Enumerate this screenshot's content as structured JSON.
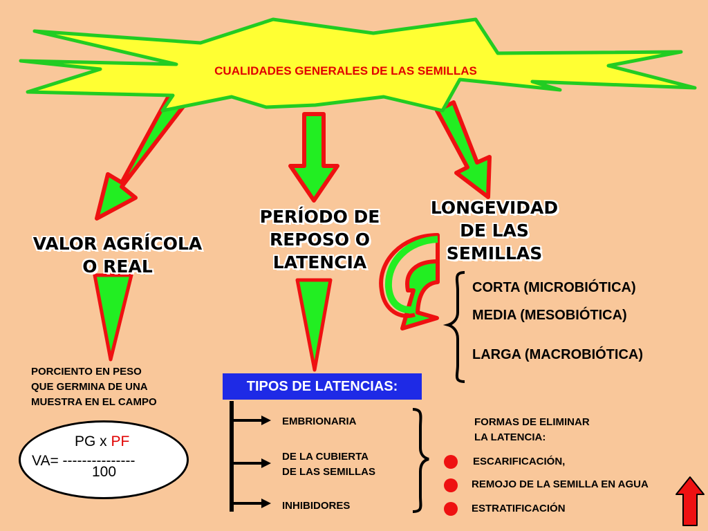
{
  "title": "CUALIDADES GENERALES DE LAS SEMILLAS",
  "valor": {
    "lines": [
      "VALOR AGRÍCOLA",
      "O REAL"
    ],
    "description_lines": [
      "PORCIENTO EN PESO",
      "QUE GERMINA DE UNA",
      "MUESTRA EN EL CAMPO"
    ],
    "formula": {
      "numerator_a": "PG x ",
      "numerator_b": "PF",
      "prefix": "VA= ---------------",
      "denominator": "100"
    }
  },
  "periodo": {
    "lines": [
      "PERÍODO DE",
      "REPOSO O",
      "LATENCIA"
    ],
    "box_label": "TIPOS DE LATENCIAS:",
    "types": [
      "EMBRIONARIA",
      "DE LA CUBIERTA\nDE LAS SEMILLAS",
      "INHIBIDORES"
    ],
    "formas_lines": [
      "FORMAS DE ELIMINAR",
      "LA LATENCIA:"
    ],
    "methods": [
      "ESCARIFICACIÓN,",
      "REMOJO DE LA SEMILLA EN AGUA",
      "ESTRATIFICACIÓN"
    ]
  },
  "longevidad": {
    "lines": [
      "LONGEVIDAD",
      "DE LAS",
      "SEMILLAS"
    ],
    "items": [
      "CORTA (MICROBIÓTICA)",
      "MEDIA (MESOBIÓTICA)",
      "LARGA (MACROBIÓTICA)"
    ]
  },
  "colors": {
    "background": "#F9C79A",
    "star_fill": "#FFFF33",
    "star_stroke": "#22CC22",
    "arrow_fill": "#22EE22",
    "arrow_stroke": "#EE1111",
    "box_fill": "#1E2AE6",
    "bullet": "#EE1111"
  },
  "icons": [
    "up-arrow-icon"
  ]
}
